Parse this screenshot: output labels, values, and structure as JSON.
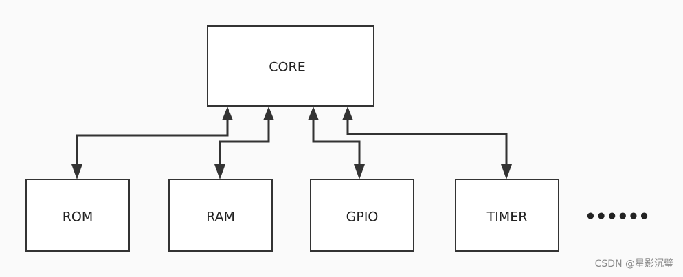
{
  "diagram": {
    "core": {
      "label": "CORE"
    },
    "peripherals": [
      {
        "label": "ROM"
      },
      {
        "label": "RAM"
      },
      {
        "label": "GPIO"
      },
      {
        "label": "TIMER"
      }
    ],
    "more": "••••••"
  },
  "watermark": "CSDN @星影沉璧",
  "colors": {
    "stroke": "#333333",
    "box_fill": "#ffffff",
    "background": "#fafafa"
  }
}
